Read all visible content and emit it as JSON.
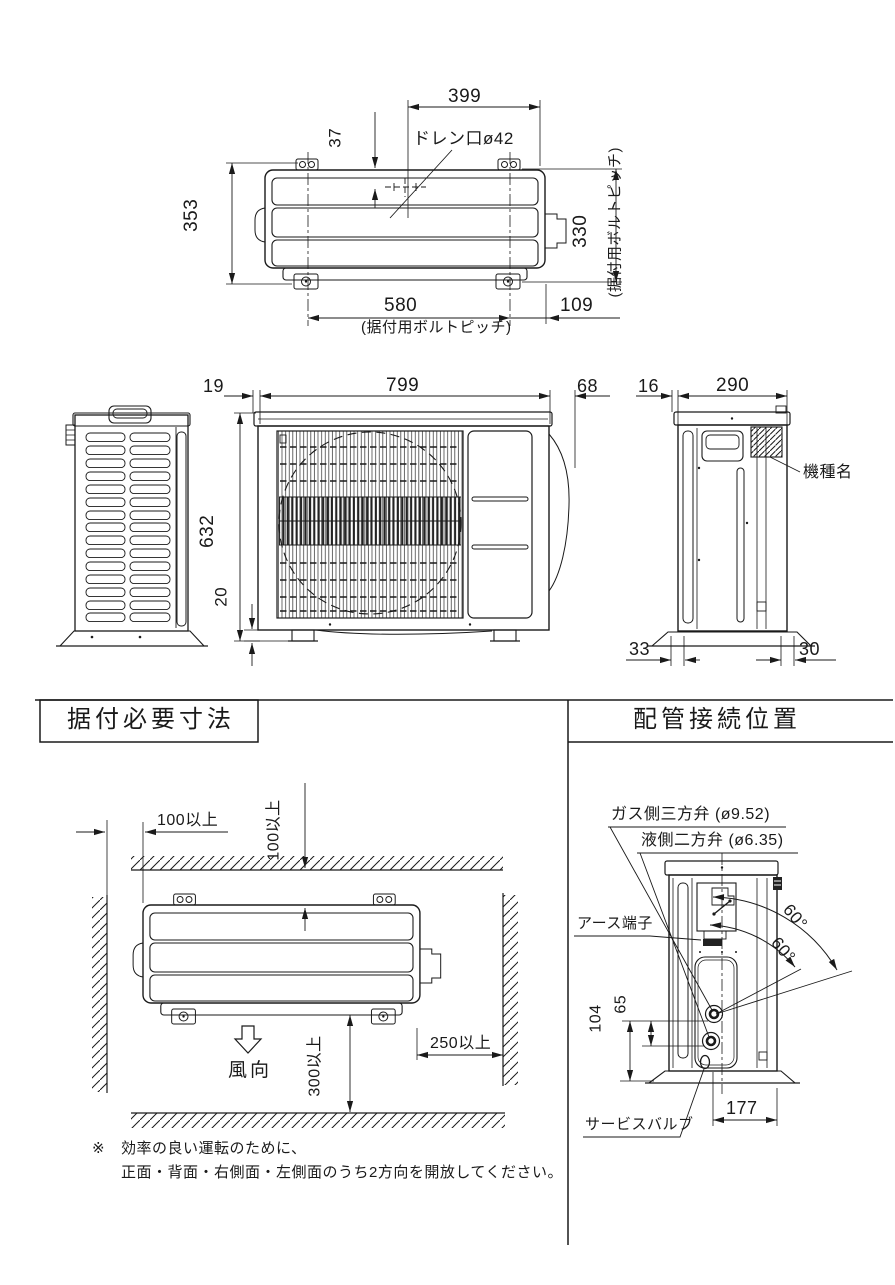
{
  "sections": {
    "installation_title": "据付必要寸法",
    "piping_title": "配管接続位置"
  },
  "top_view": {
    "dim_399": "399",
    "dim_37": "37",
    "drain_label": "ドレン口ø42",
    "dim_353": "353",
    "dim_330": "330",
    "bolt_pitch_note_right": "(据付用ボルトピッチ)",
    "dim_580": "580",
    "bolt_pitch_note_bottom": "(据付用ボルトピッチ)",
    "dim_109": "109"
  },
  "front_view": {
    "dim_19": "19",
    "dim_799": "799",
    "dim_68": "68",
    "dim_632": "632",
    "dim_20": "20"
  },
  "side_view": {
    "dim_16": "16",
    "dim_290": "290",
    "model_name_label": "機種名",
    "dim_33": "33",
    "dim_30": "30"
  },
  "installation": {
    "clearance_left": "100以上",
    "clearance_top": "100以上",
    "clearance_bottom": "300以上",
    "clearance_right": "250以上",
    "airflow_label": "風向",
    "note_mark": "※",
    "note_line1": "効率の良い運転のために、",
    "note_line2": "正面・背面・右側面・左側面のうち2方向を開放してください。"
  },
  "piping": {
    "gas_valve_label": "ガス側三方弁 (ø9.52)",
    "liquid_valve_label": "液側二方弁 (ø6.35)",
    "earth_terminal_label": "アース端子",
    "service_valve_label": "サービスバルブ",
    "angle_outer": "60°",
    "angle_inner": "60°",
    "dim_104": "104",
    "dim_65": "65",
    "dim_177": "177"
  },
  "colors": {
    "line": "#1a1a1a",
    "background": "#ffffff"
  }
}
